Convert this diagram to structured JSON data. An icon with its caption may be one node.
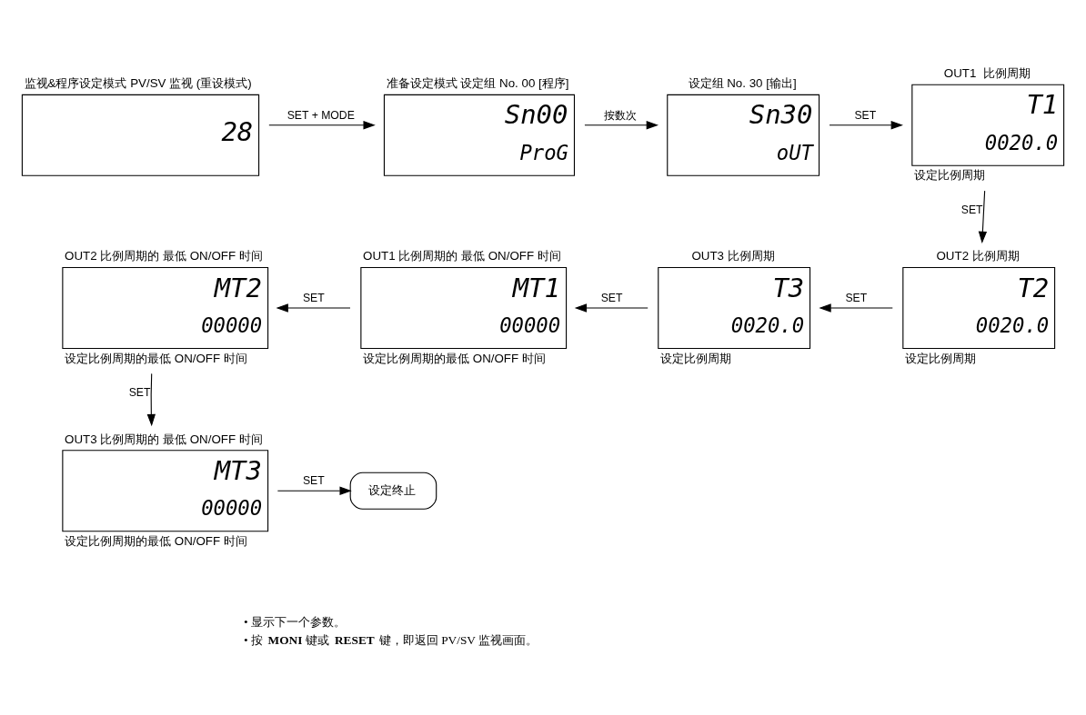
{
  "diagram": {
    "nodes": [
      {
        "text": [
          "监视&程序设定模式 PV/SV 监视 (重设模式)",
          "28"
        ]
      },
      {
        "text": [
          "准备设定模式 设定组 No. 00 [程序]",
          "Sn00",
          "ProG"
        ]
      },
      {
        "text": [
          "设定组 No. 30 [输出]",
          "Sn30",
          "oUT"
        ]
      },
      {
        "text": [
          "OUT1  比例周期",
          "T1",
          "0020.0"
        ],
        "beside": [
          "设定比例周期"
        ]
      },
      {
        "text": [
          "OUT2 比例周期的 最低 ON/OFF 时间",
          "MT2",
          "00000"
        ],
        "beside": [
          "设定比例周期的最低 ON/OFF 时间"
        ]
      },
      {
        "text": [
          "OUT1 比例周期的 最低 ON/OFF 时间",
          "MT1",
          "00000"
        ],
        "beside": [
          "设定比例周期的最低 ON/OFF 时间"
        ]
      },
      {
        "text": [
          "OUT3 比例周期",
          "T3",
          "0020.0"
        ],
        "beside": [
          "设定比例周期"
        ]
      },
      {
        "text": [
          "OUT2 比例周期",
          "T2",
          "0020.0"
        ],
        "beside": [
          "设定比例周期"
        ]
      },
      {
        "text": [
          "OUT3 比例周期的 最低 ON/OFF 时间",
          "MT3",
          "00000"
        ],
        "beside": [
          "设定比例周期的最低 ON/OFF 时间"
        ]
      },
      {
        "text": [
          "设定终止"
        ]
      }
    ],
    "edges": [
      {
        "from": 0,
        "to": 1,
        "arrow": "to",
        "label": "SET + MODE"
      },
      {
        "from": 1,
        "to": 2,
        "arrow": "to",
        "label": "按数次"
      },
      {
        "from": 2,
        "to": 3,
        "arrow": "to",
        "label": "SET"
      },
      {
        "from": 3,
        "to": 7,
        "arrow": "to",
        "label": "SET"
      },
      {
        "from": 7,
        "to": 6,
        "arrow": "to",
        "label": "SET"
      },
      {
        "from": 6,
        "to": 5,
        "arrow": "to",
        "label": "SET"
      },
      {
        "from": 5,
        "to": 4,
        "arrow": "to",
        "label": "SET"
      },
      {
        "from": 4,
        "to": 8,
        "arrow": "to",
        "label": "SET"
      },
      {
        "from": 8,
        "to": 9,
        "arrow": "to",
        "label": "SET"
      }
    ],
    "labels": [
      "• 显示下一个参数。",
      "• 按 **MONI** 键或 **RESET** 键，即返回 PV/SV 监视画面。"
    ]
  }
}
